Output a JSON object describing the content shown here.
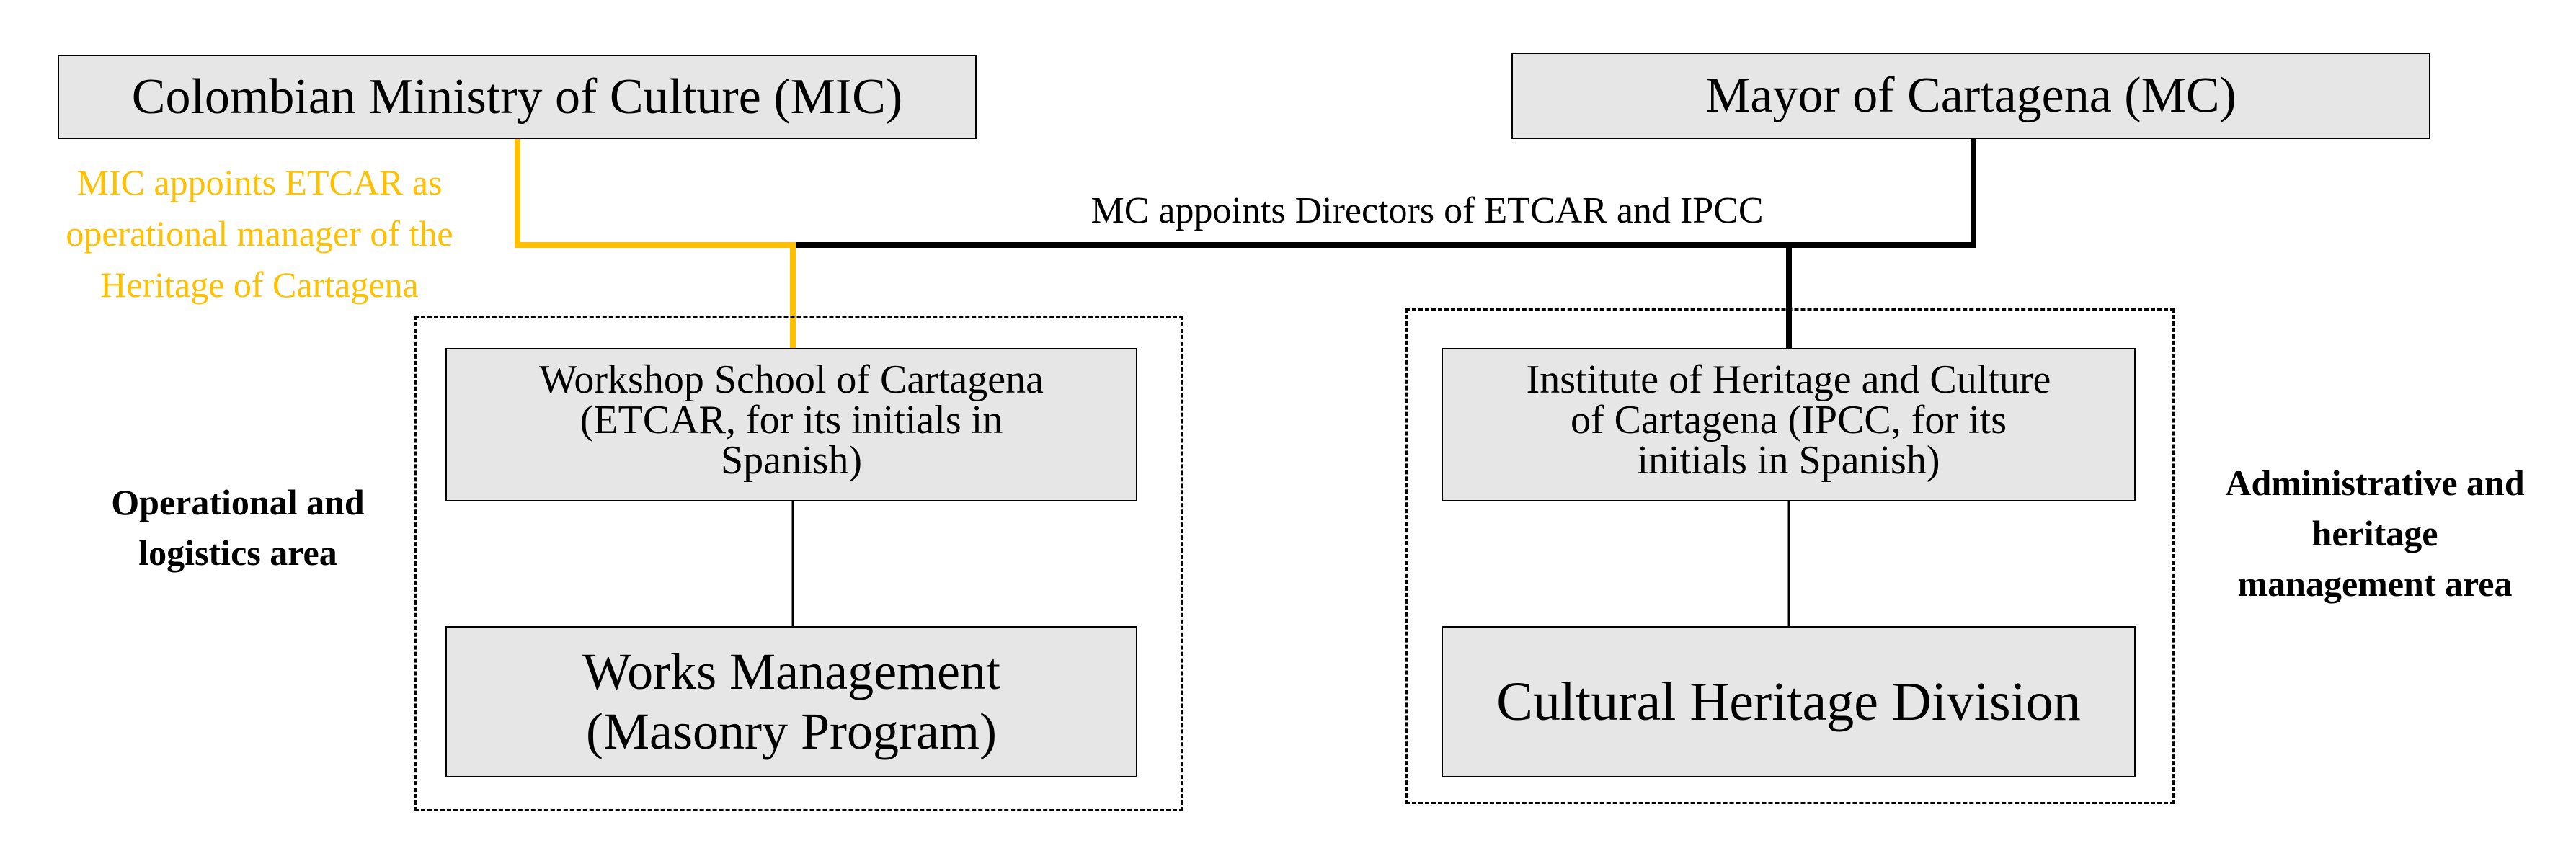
{
  "nodes": {
    "mic": "Colombian Ministry of Culture (MIC)",
    "mc": "Mayor of Cartagena (MC)",
    "etcar": "Workshop School of Cartagena\n(ETCAR, for its initials in\nSpanish)",
    "ipcc": "Institute of Heritage and Culture\nof Cartagena (IPCC, for its\ninitials in Spanish)",
    "works": "Works Management\n(Masonry Program)",
    "chd": "Cultural Heritage Division"
  },
  "edges": {
    "mic_label": "MIC appoints ETCAR as\noperational manager of the\nHeritage of Cartagena",
    "mc_label": "MC appoints Directors of ETCAR and IPCC"
  },
  "areas": {
    "operational": "Operational and\nlogistics area",
    "administrative": "Administrative and\nheritage\nmanagement area"
  },
  "colors": {
    "mic_line": "#FFC000",
    "mc_line": "#000000",
    "box_fill": "#E6E6E6"
  }
}
